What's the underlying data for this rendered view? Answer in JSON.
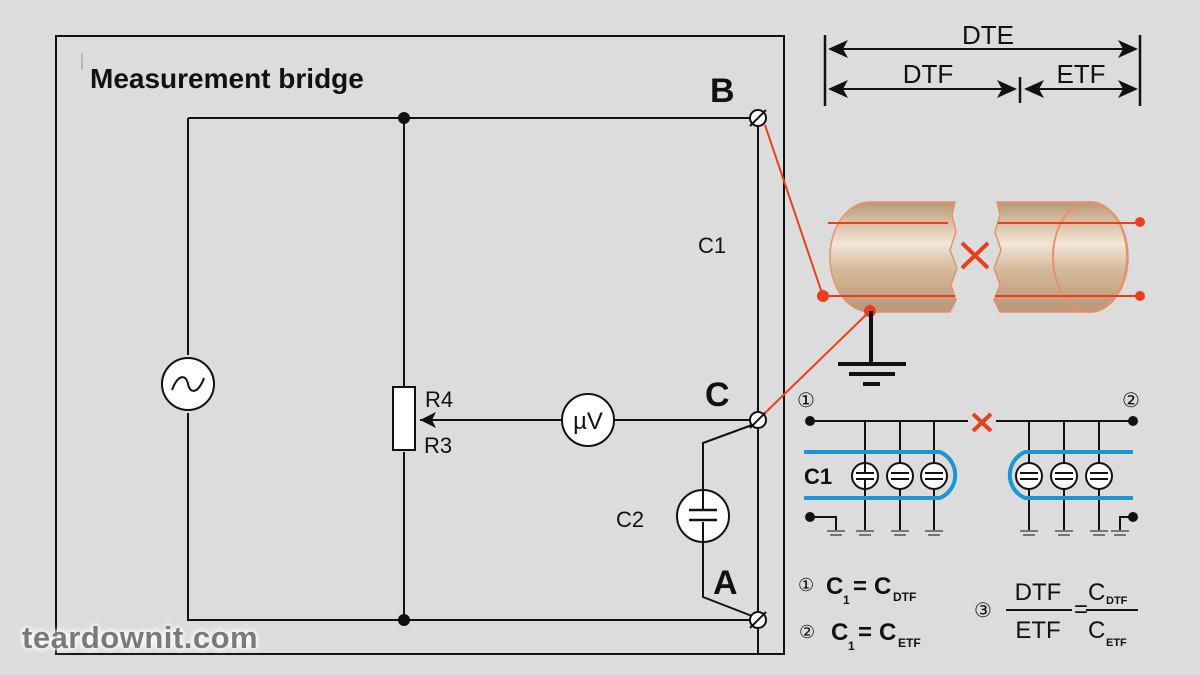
{
  "title": "Measurement bridge",
  "terminals": {
    "B": "B",
    "C": "C",
    "A": "A"
  },
  "components": {
    "c1": "C1",
    "c2": "C2",
    "r4": "R4",
    "r3": "R3",
    "meter": "µV",
    "source": "ac-source"
  },
  "dimensions": {
    "total": "DTE",
    "to_fault": "DTF",
    "end_to_fault": "ETF"
  },
  "cable_model": {
    "left_marker": "①",
    "right_marker": "②",
    "c1_label": "C1"
  },
  "equations": {
    "eq1": {
      "marker": "①",
      "lhs": "C",
      "lhs_sub": "1",
      "rhs": "C",
      "rhs_sub": "DTF"
    },
    "eq2": {
      "marker": "②",
      "lhs": "C",
      "lhs_sub": "1",
      "rhs": "C",
      "rhs_sub": "ETF"
    },
    "eq3": {
      "marker": "③",
      "num": "DTF",
      "den": "ETF",
      "rnum": "C",
      "rnum_sub": "DTF",
      "rden": "C",
      "rden_sub": "ETF"
    }
  },
  "colors": {
    "wire": "#111111",
    "fault": "#e8401c",
    "cable_shield": "#1a96d4",
    "cable": "#c9a88a"
  },
  "watermark": "teardownit.com"
}
